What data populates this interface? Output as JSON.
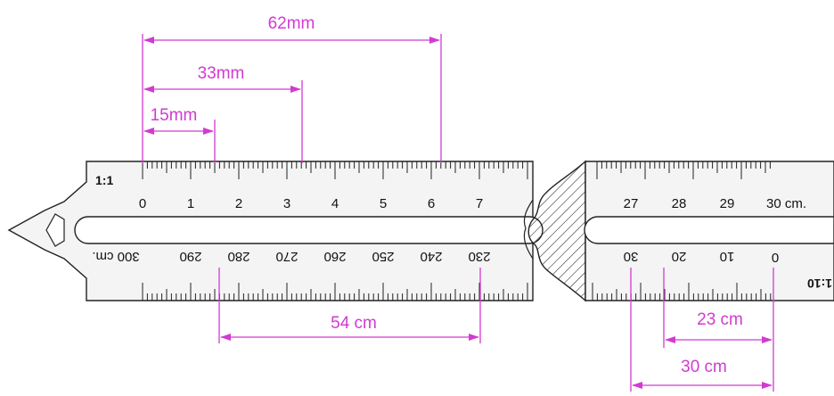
{
  "colors": {
    "dimension": "#d23ad2",
    "ruler_fill": "#f4f4f4",
    "ruler_line": "#222222",
    "slot_fill": "#ffffff",
    "background": "#ffffff"
  },
  "left_ruler": {
    "top_scale": {
      "ratio_label": "1:1",
      "numbers": [
        "0",
        "1",
        "2",
        "3",
        "4",
        "5",
        "6",
        "7"
      ]
    },
    "bottom_scale": {
      "numbers": [
        "300 cm.",
        "290",
        "280",
        "270",
        "260",
        "250",
        "240",
        "230"
      ]
    }
  },
  "right_ruler": {
    "top_scale": {
      "numbers": [
        "27",
        "28",
        "29",
        "30 cm."
      ]
    },
    "bottom_scale": {
      "ratio_label": "1:10",
      "numbers": [
        "30",
        "20",
        "10",
        "0"
      ]
    }
  },
  "dimensions": {
    "d62": "62mm",
    "d33": "33mm",
    "d15": "15mm",
    "d54": "54 cm",
    "d23": "23 cm",
    "d30": "30 cm"
  }
}
